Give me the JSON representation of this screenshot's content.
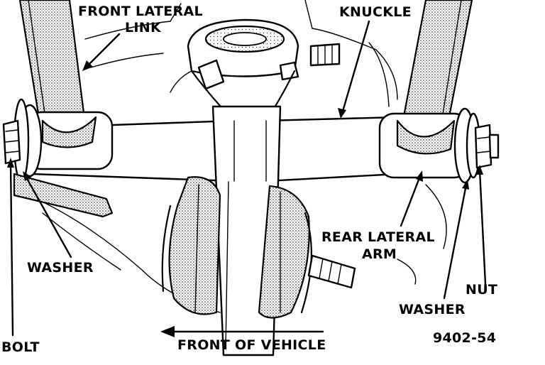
{
  "labels": {
    "front_lateral_link_line1": "FRONT LATERAL",
    "front_lateral_link_line2": "LINK",
    "knuckle": "KNUCKLE",
    "washer_left": "WASHER",
    "bolt": "BOLT",
    "rear_lateral_arm_line1": "REAR LATERAL",
    "rear_lateral_arm_line2": "ARM",
    "nut": "NUT",
    "washer_right": "WASHER",
    "front_of_vehicle": "FRONT OF VEHICLE",
    "figure_number": "9402-54"
  },
  "colors": {
    "ink": "#000000",
    "paper": "#ffffff"
  }
}
